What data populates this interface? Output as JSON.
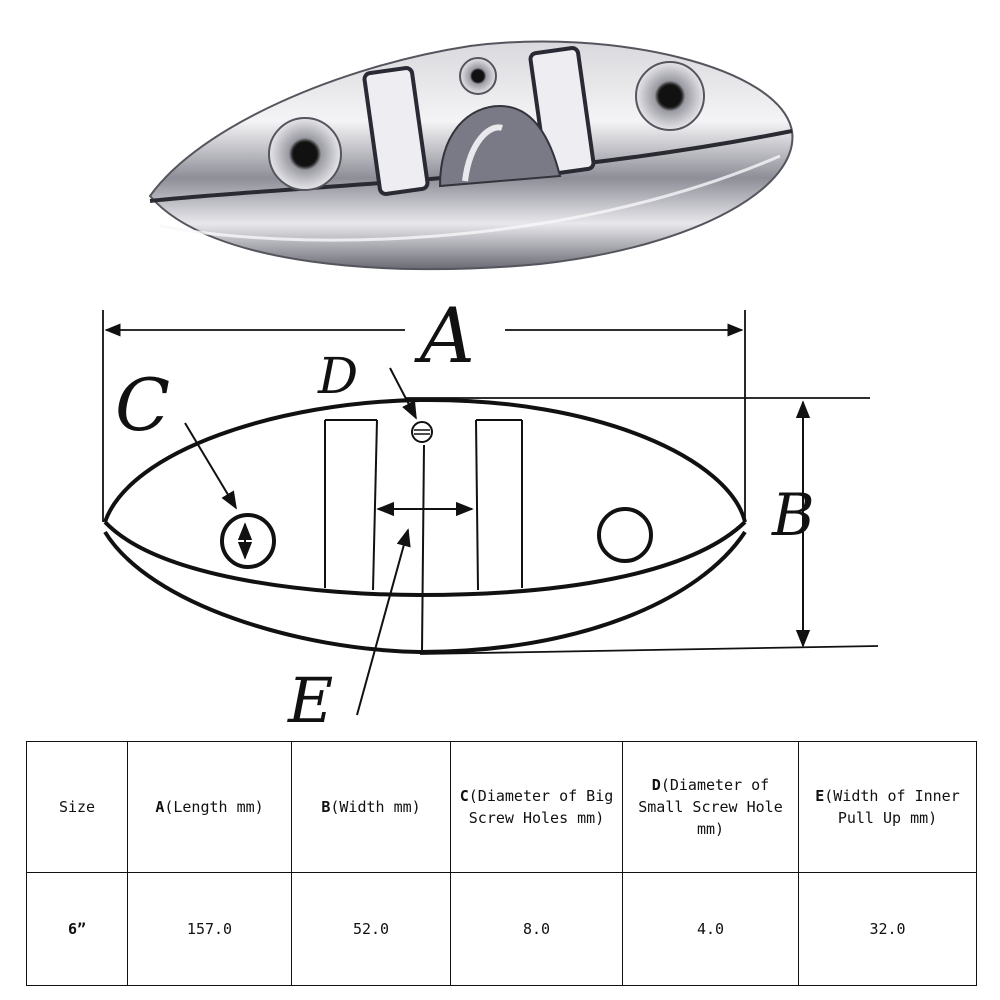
{
  "diagram": {
    "label_a": "A",
    "label_b": "B",
    "label_c": "C",
    "label_d": "D",
    "label_e": "E"
  },
  "table": {
    "headers": [
      {
        "key": "",
        "rest": "Size"
      },
      {
        "key": "A",
        "rest": "(Length mm)"
      },
      {
        "key": "B",
        "rest": "(Width mm)"
      },
      {
        "key": "C",
        "rest": "(Diameter of Big Screw Holes mm)"
      },
      {
        "key": "D",
        "rest": "(Diameter of Small Screw Hole mm)"
      },
      {
        "key": "E",
        "rest": "(Width of Inner Pull Up mm)"
      }
    ],
    "row": [
      "6”",
      "157.0",
      "52.0",
      "8.0",
      "4.0",
      "32.0"
    ]
  },
  "colors": {
    "line": "#111111",
    "metal_light": "#f2f2f4",
    "metal_dark": "#4a4a55"
  }
}
